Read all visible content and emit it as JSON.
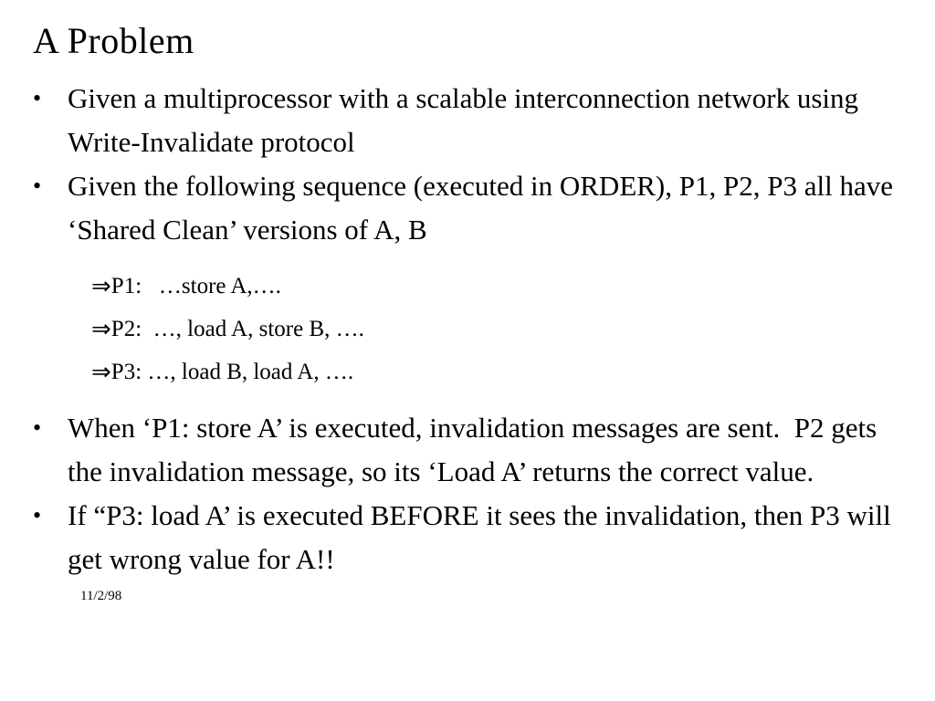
{
  "slide": {
    "title": "A Problem",
    "markers": {
      "bullet": "•",
      "arrow": "⇒"
    },
    "bullets": [
      {
        "text": "Given a multiprocessor with a scalable interconnection network using Write-Invalidate protocol"
      },
      {
        "text": "Given the following sequence (executed in ORDER), P1, P2, P3 all have ‘Shared Clean’ versions of A, B"
      },
      {
        "text": "When ‘P1: store A’ is executed, invalidation messages are sent.  P2 gets the invalidation message, so its ‘Load A’ returns the correct value."
      },
      {
        "text": "If “P3: load A’ is executed BEFORE it sees the invalidation, then P3 will get wrong value for A!!"
      }
    ],
    "sequence": [
      {
        "text": "P1:   …store A,…."
      },
      {
        "text": "P2:  …, load A, store B, …."
      },
      {
        "text": "P3: …, load B, load A, …."
      }
    ],
    "footer": "11/2/98"
  }
}
